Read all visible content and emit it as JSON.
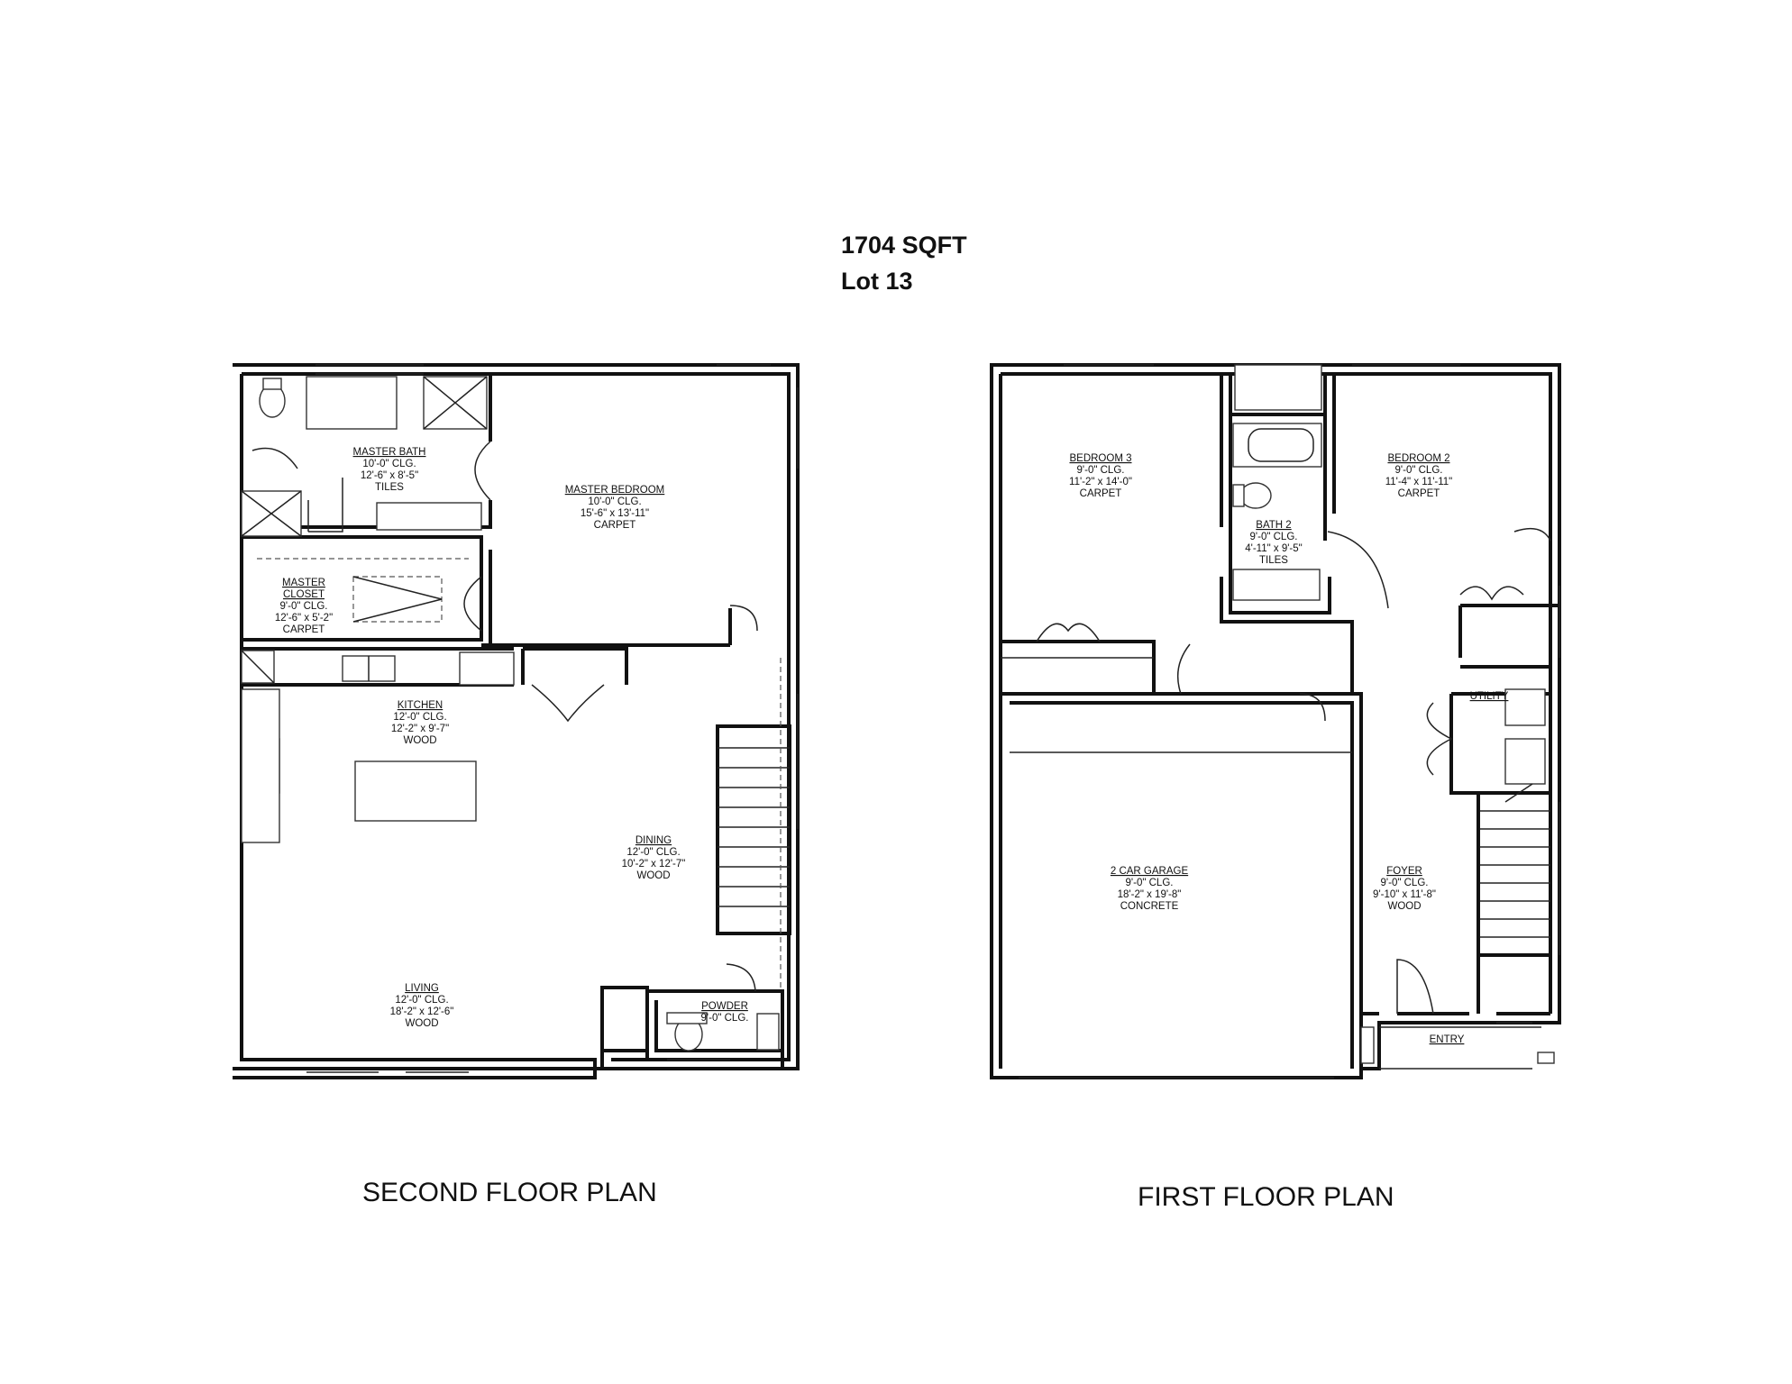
{
  "header": {
    "sqft": "1704 SQFT",
    "lot": "Lot 13"
  },
  "plans": {
    "second": {
      "title": "SECOND FLOOR PLAN",
      "rooms": {
        "master_bath": [
          "MASTER BATH",
          "10'-0\" CLG.",
          "12'-6\" x 8'-5\"",
          "TILES"
        ],
        "master_bedroom": [
          "MASTER BEDROOM",
          "10'-0\" CLG.",
          "15'-6\" x 13'-11\"",
          "CARPET"
        ],
        "master_closet": [
          "MASTER",
          "CLOSET",
          "9'-0\" CLG.",
          "12'-6\" x 5'-2\"",
          "CARPET"
        ],
        "kitchen": [
          "KITCHEN",
          "12'-0\" CLG.",
          "12'-2\" x 9'-7\"",
          "WOOD"
        ],
        "dining": [
          "DINING",
          "12'-0\" CLG.",
          "10'-2\" x 12'-7\"",
          "WOOD"
        ],
        "living": [
          "LIVING",
          "12'-0\" CLG.",
          "18'-2\" x 12'-6\"",
          "WOOD"
        ],
        "powder": [
          "POWDER",
          "9'-0\" CLG."
        ]
      }
    },
    "first": {
      "title": "FIRST FLOOR PLAN",
      "rooms": {
        "bedroom3": [
          "BEDROOM 3",
          "9'-0\" CLG.",
          "11'-2\" x 14'-0\"",
          "CARPET"
        ],
        "bedroom2": [
          "BEDROOM 2",
          "9'-0\" CLG.",
          "11'-4\" x 11'-11\"",
          "CARPET"
        ],
        "bath2": [
          "BATH 2",
          "9'-0\" CLG.",
          "4'-11\" x 9'-5\"",
          "TILES"
        ],
        "utility": [
          "UTILITY"
        ],
        "garage": [
          "2 CAR GARAGE",
          "9'-0\" CLG.",
          "18'-2\" x 19'-8\"",
          "CONCRETE"
        ],
        "foyer": [
          "FOYER",
          "9'-0\" CLG.",
          "9'-10\" x 11'-8\"",
          "WOOD"
        ],
        "entry": [
          "ENTRY"
        ]
      }
    }
  }
}
